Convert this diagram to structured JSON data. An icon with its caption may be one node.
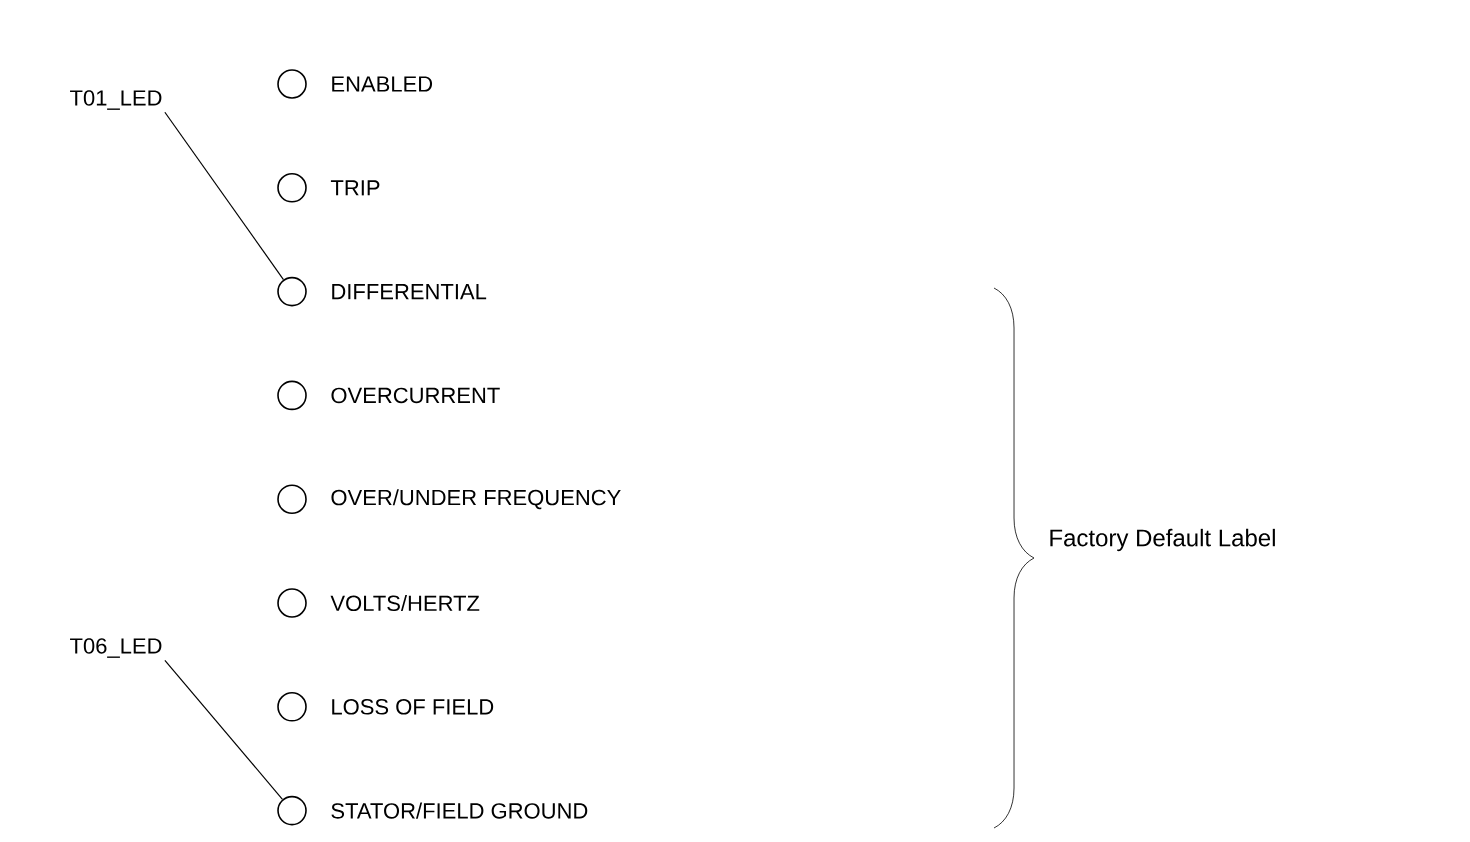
{
  "diagram": {
    "nodes": [
      {
        "text": [],
        "shape": "circle",
        "beside": [
          "ENABLED"
        ]
      },
      {
        "text": [],
        "shape": "circle",
        "beside": [
          "TRIP"
        ]
      },
      {
        "text": [],
        "shape": "circle",
        "beside": [
          "DIFFERENTIAL"
        ]
      },
      {
        "text": [],
        "shape": "circle",
        "beside": [
          "OVERCURRENT"
        ]
      },
      {
        "text": [],
        "shape": "circle",
        "beside": [
          "OVER/UNDER FREQUENCY"
        ]
      },
      {
        "text": [],
        "shape": "circle",
        "beside": [
          "VOLTS/HERTZ"
        ]
      },
      {
        "text": [],
        "shape": "circle",
        "beside": [
          "LOSS OF FIELD"
        ]
      },
      {
        "text": [],
        "shape": "circle",
        "beside": [
          "STATOR/FIELD GROUND"
        ]
      },
      {
        "text": [
          "T01_LED"
        ]
      },
      {
        "text": [
          "T06_LED"
        ]
      }
    ],
    "edges": [
      {
        "from": 8,
        "to": 2,
        "arrow": "none"
      },
      {
        "from": 9,
        "to": 7,
        "arrow": "none"
      }
    ],
    "labels": [
      "Factory Default Label"
    ]
  }
}
